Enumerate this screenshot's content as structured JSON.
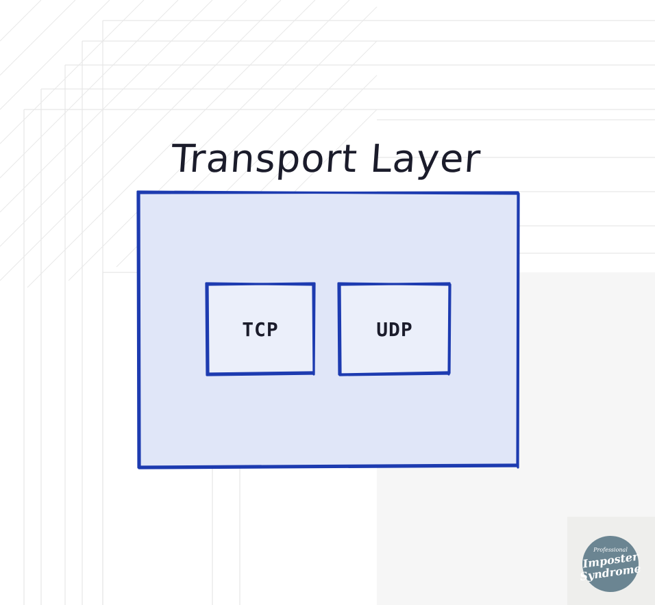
{
  "diagram": {
    "title": "Transport Layer",
    "boxes": [
      {
        "id": "tcp",
        "label": "TCP"
      },
      {
        "id": "udp",
        "label": "UDP"
      }
    ]
  },
  "badge": {
    "top_text": "Professional",
    "line1": "Imposter",
    "line2": "Syndrome"
  },
  "colors": {
    "stroke": "#1d3bb0",
    "outer_fill": "#e0e6f8",
    "inner_fill": "#ebeffa",
    "text": "#1b1c2b",
    "badge_circle": "#6b8592"
  }
}
